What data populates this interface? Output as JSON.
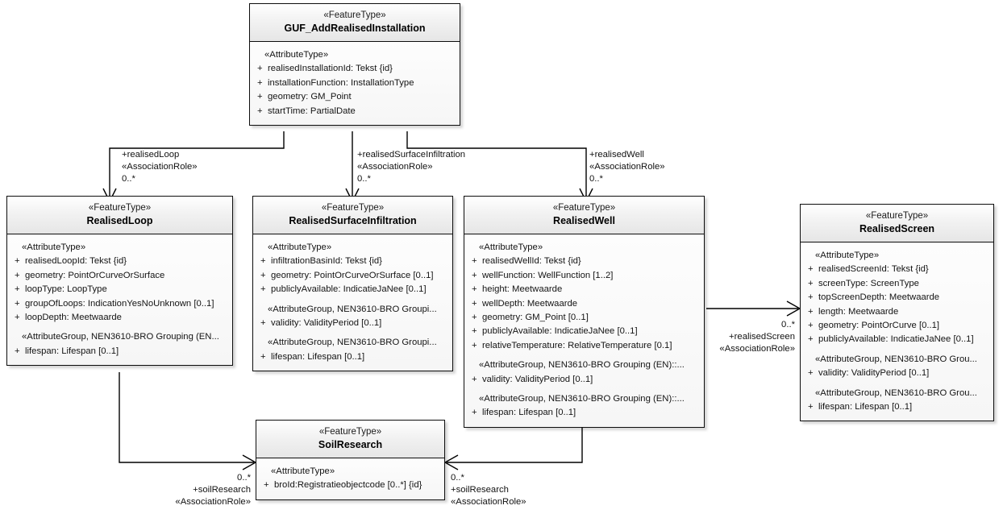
{
  "diagram": {
    "type": "uml-class-diagram",
    "title": "GUF_AddRealisedInstallation",
    "colors": {
      "border": "#0d0d0d",
      "header_fill": "#f0f0f0",
      "body_fill": "#fafafa",
      "text": "#141414",
      "connector": "#000000"
    }
  },
  "classes": [
    {
      "id": "guf",
      "stereotype": "«FeatureType»",
      "name": "GUF_AddRealisedInstallation",
      "compartments": [
        {
          "group": "«AttributeType»",
          "attributes": [
            {
              "vis": "+",
              "text": "realisedInstallationId: Tekst {id}"
            },
            {
              "vis": "+",
              "text": "installationFunction: InstallationType"
            },
            {
              "vis": "+",
              "text": "geometry: GM_Point"
            },
            {
              "vis": "+",
              "text": "startTime: PartialDate"
            }
          ]
        }
      ]
    },
    {
      "id": "realised-loop",
      "stereotype": "«FeatureType»",
      "name": "RealisedLoop",
      "compartments": [
        {
          "group": "«AttributeType»",
          "attributes": [
            {
              "vis": "+",
              "text": "realisedLoopId: Tekst {id}"
            },
            {
              "vis": "+",
              "text": "geometry: PointOrCurveOrSurface"
            },
            {
              "vis": "+",
              "text": "loopType: LoopType"
            },
            {
              "vis": "+",
              "text": "groupOfLoops: IndicationYesNoUnknown [0..1]"
            },
            {
              "vis": "+",
              "text": "loopDepth: Meetwaarde"
            }
          ]
        },
        {
          "group": "«AttributeGroup, NEN3610-BRO Grouping (EN...",
          "attributes": [
            {
              "vis": "+",
              "text": "lifespan: Lifespan [0..1]"
            }
          ]
        }
      ]
    },
    {
      "id": "realised-surface-infiltration",
      "stereotype": "«FeatureType»",
      "name": "RealisedSurfaceInfiltration",
      "compartments": [
        {
          "group": "«AttributeType»",
          "attributes": [
            {
              "vis": "+",
              "text": "infiltrationBasinId: Tekst {id}"
            },
            {
              "vis": "+",
              "text": "geometry: PointOrCurveOrSurface [0..1]"
            },
            {
              "vis": "+",
              "text": "publiclyAvailable: IndicatieJaNee [0..1]"
            }
          ]
        },
        {
          "group": "«AttributeGroup, NEN3610-BRO Groupi...",
          "attributes": [
            {
              "vis": "+",
              "text": "validity: ValidityPeriod [0..1]"
            }
          ]
        },
        {
          "group": "«AttributeGroup, NEN3610-BRO Groupi...",
          "attributes": [
            {
              "vis": "+",
              "text": "lifespan: Lifespan [0..1]"
            }
          ]
        }
      ]
    },
    {
      "id": "realised-well",
      "stereotype": "«FeatureType»",
      "name": "RealisedWell",
      "compartments": [
        {
          "group": "«AttributeType»",
          "attributes": [
            {
              "vis": "+",
              "text": "realisedWellId: Tekst {id}"
            },
            {
              "vis": "+",
              "text": "wellFunction: WellFunction [1..2]"
            },
            {
              "vis": "+",
              "text": "height: Meetwaarde"
            },
            {
              "vis": "+",
              "text": "wellDepth: Meetwaarde"
            },
            {
              "vis": "+",
              "text": "geometry: GM_Point [0..1]"
            },
            {
              "vis": "+",
              "text": "publiclyAvailable: IndicatieJaNee [0..1]"
            },
            {
              "vis": "+",
              "text": "relativeTemperature: RelativeTemperature [0.1]"
            }
          ]
        },
        {
          "group": "«AttributeGroup, NEN3610-BRO Grouping (EN)::...",
          "attributes": [
            {
              "vis": "+",
              "text": "validity: ValidityPeriod [0..1]"
            }
          ]
        },
        {
          "group": "«AttributeGroup, NEN3610-BRO Grouping (EN)::...",
          "attributes": [
            {
              "vis": "+",
              "text": "lifespan: Lifespan [0..1]"
            }
          ]
        }
      ]
    },
    {
      "id": "realised-screen",
      "stereotype": "«FeatureType»",
      "name": "RealisedScreen",
      "compartments": [
        {
          "group": "«AttributeType»",
          "attributes": [
            {
              "vis": "+",
              "text": "realisedScreenId: Tekst {id}"
            },
            {
              "vis": "+",
              "text": "screenType: ScreenType"
            },
            {
              "vis": "+",
              "text": "topScreenDepth: Meetwaarde"
            },
            {
              "vis": "+",
              "text": "length: Meetwaarde"
            },
            {
              "vis": "+",
              "text": "geometry: PointOrCurve [0..1]"
            },
            {
              "vis": "+",
              "text": "publiclyAvailable: IndicatieJaNee [0..1]"
            }
          ]
        },
        {
          "group": "«AttributeGroup, NEN3610-BRO Grou...",
          "attributes": [
            {
              "vis": "+",
              "text": "validity: ValidityPeriod [0..1]"
            }
          ]
        },
        {
          "group": "«AttributeGroup, NEN3610-BRO Grou...",
          "attributes": [
            {
              "vis": "+",
              "text": "lifespan: Lifespan [0..1]"
            }
          ]
        }
      ]
    },
    {
      "id": "soil-research",
      "stereotype": "«FeatureType»",
      "name": "SoilResearch",
      "compartments": [
        {
          "group": "«AttributeType»",
          "attributes": [
            {
              "vis": "+",
              "text": "broId:Registratieobjectcode [0..*] {id}"
            }
          ]
        }
      ]
    }
  ],
  "associations": [
    {
      "id": "assoc-realised-loop",
      "role": "+realisedLoop",
      "stereotype": "«AssociationRole»",
      "multiplicity": "0..*",
      "from": "GUF_AddRealisedInstallation",
      "to": "RealisedLoop"
    },
    {
      "id": "assoc-realised-surface-infiltration",
      "role": "+realisedSurfaceInfiltration",
      "stereotype": "«AssociationRole»",
      "multiplicity": "0..*",
      "from": "GUF_AddRealisedInstallation",
      "to": "RealisedSurfaceInfiltration"
    },
    {
      "id": "assoc-realised-well",
      "role": "+realisedWell",
      "stereotype": "«AssociationRole»",
      "multiplicity": "0..*",
      "from": "GUF_AddRealisedInstallation",
      "to": "RealisedWell"
    },
    {
      "id": "assoc-realised-screen",
      "role": "+realisedScreen",
      "stereotype": "«AssociationRole»",
      "multiplicity": "0..*",
      "from": "RealisedWell",
      "to": "RealisedScreen"
    },
    {
      "id": "assoc-soil-research-loop",
      "role": "+soilResearch",
      "stereotype": "«AssociationRole»",
      "multiplicity": "0..*",
      "from": "RealisedLoop",
      "to": "SoilResearch"
    },
    {
      "id": "assoc-soil-research-well",
      "role": "+soilResearch",
      "stereotype": "«AssociationRole»",
      "multiplicity": "0..*",
      "from": "RealisedWell",
      "to": "SoilResearch"
    }
  ]
}
